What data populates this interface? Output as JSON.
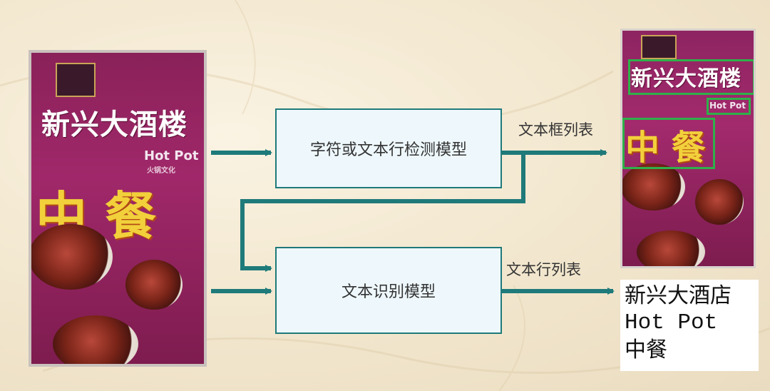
{
  "poster": {
    "title": "新兴大酒楼",
    "hot": "Hot Pot",
    "hot_sub": "火锅文化",
    "big": "中 餐"
  },
  "boxes": {
    "detect": "字符或文本行检测模型",
    "recognize": "文本识别模型"
  },
  "labels": {
    "box_list": "文本框列表",
    "line_list": "文本行列表"
  },
  "output": {
    "lines": [
      "新兴大酒店",
      "Hot Pot",
      "中餐"
    ]
  },
  "colors": {
    "arrow": "#1f7a7a",
    "detect_box": "#2fb04a",
    "poster": "#9a2566"
  }
}
